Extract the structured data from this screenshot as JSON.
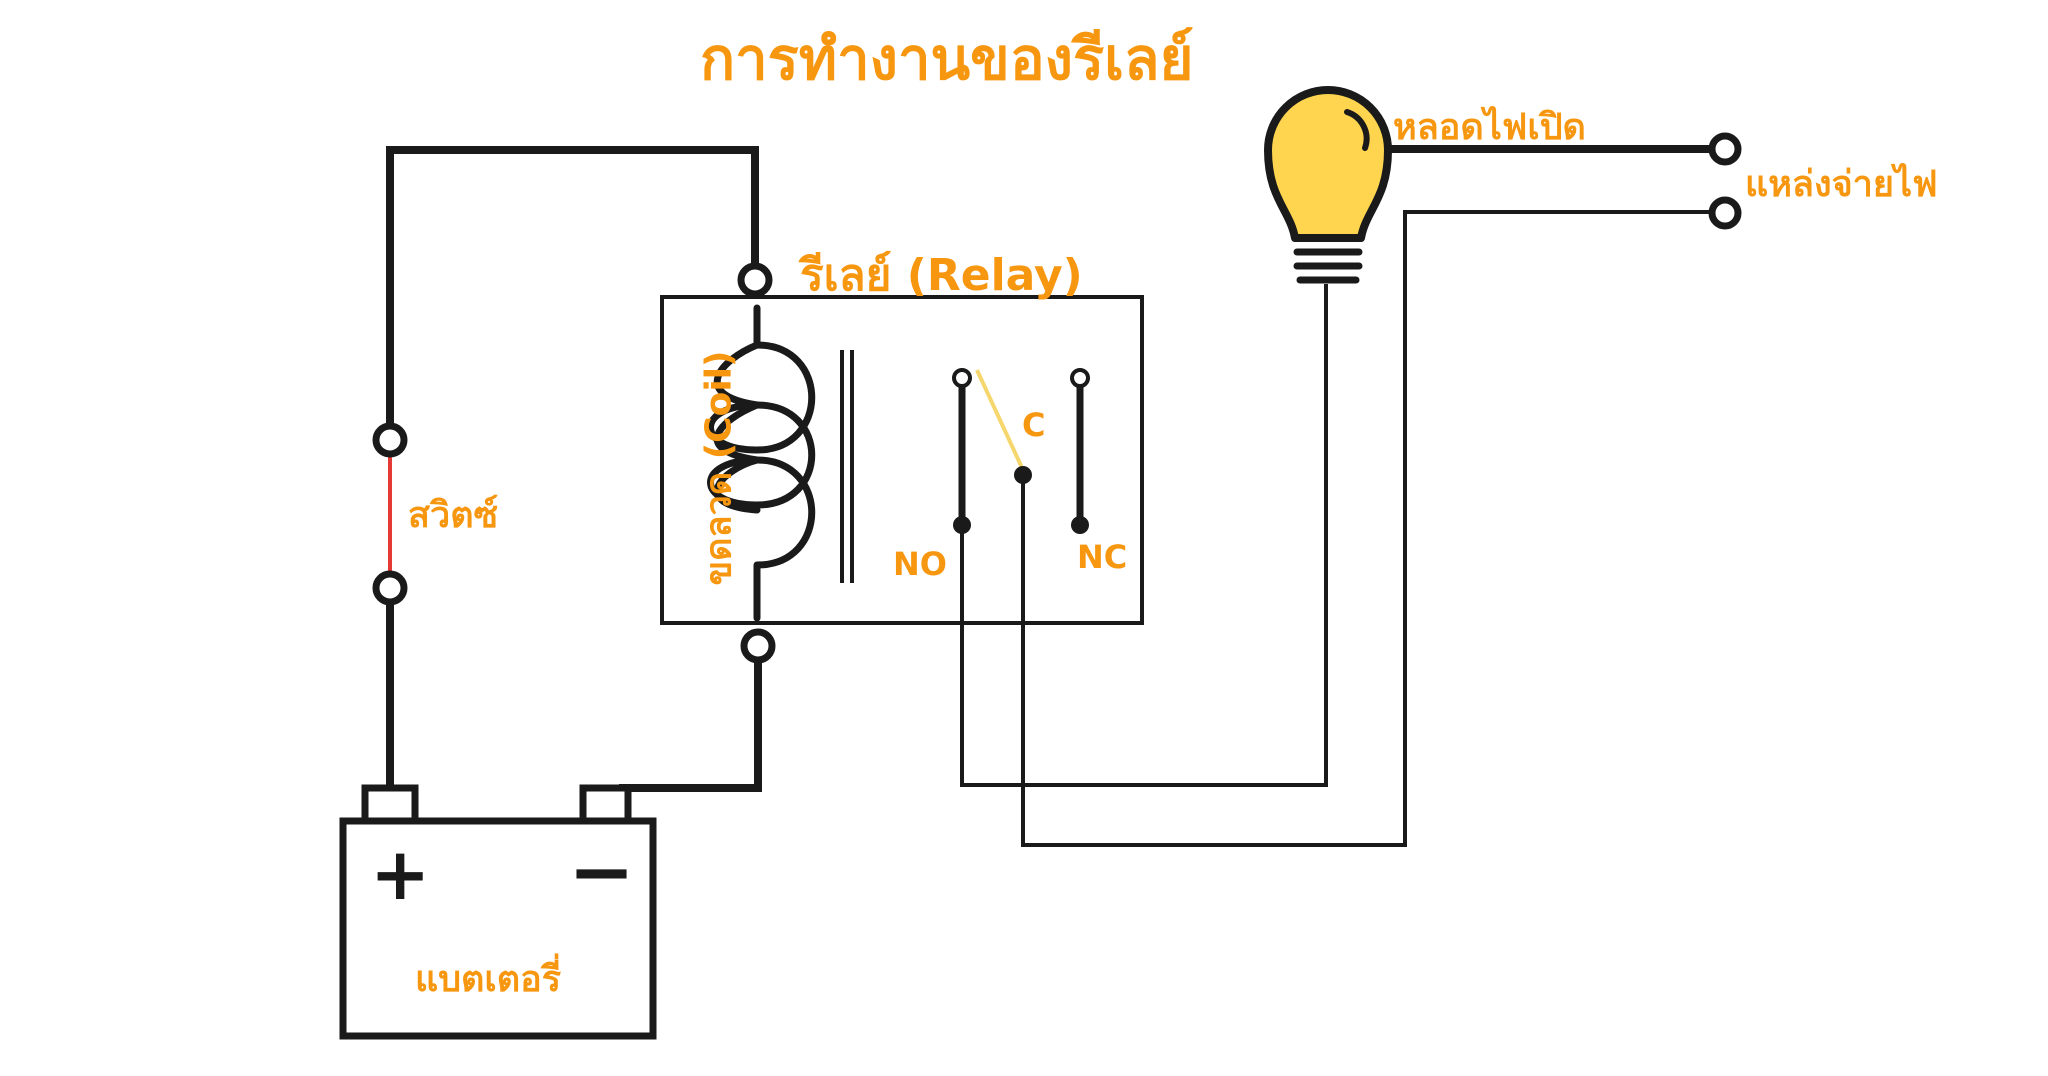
{
  "title": "การทำงานของรีเลย์",
  "labels": {
    "relay": "รีเลย์ (Relay)",
    "coil": "ขดลวด (Coil)",
    "switch": "สวิตซ์",
    "battery": "แบตเตอรี่",
    "lamp": "หลอดไฟเปิด",
    "power_source": "แหล่งจ่ายไฟ",
    "no": "NO",
    "nc": "NC",
    "common": "C"
  },
  "battery_signs": {
    "plus": "+",
    "minus": "−"
  },
  "colors": {
    "label": "#F7960F",
    "wire": "#1a1a1a",
    "switch_wire": "#E53935",
    "contact_arm": "#F5D76E",
    "bulb": "#FFD54F"
  },
  "state": {
    "relay_contact": "NO",
    "lamp_on": true
  }
}
